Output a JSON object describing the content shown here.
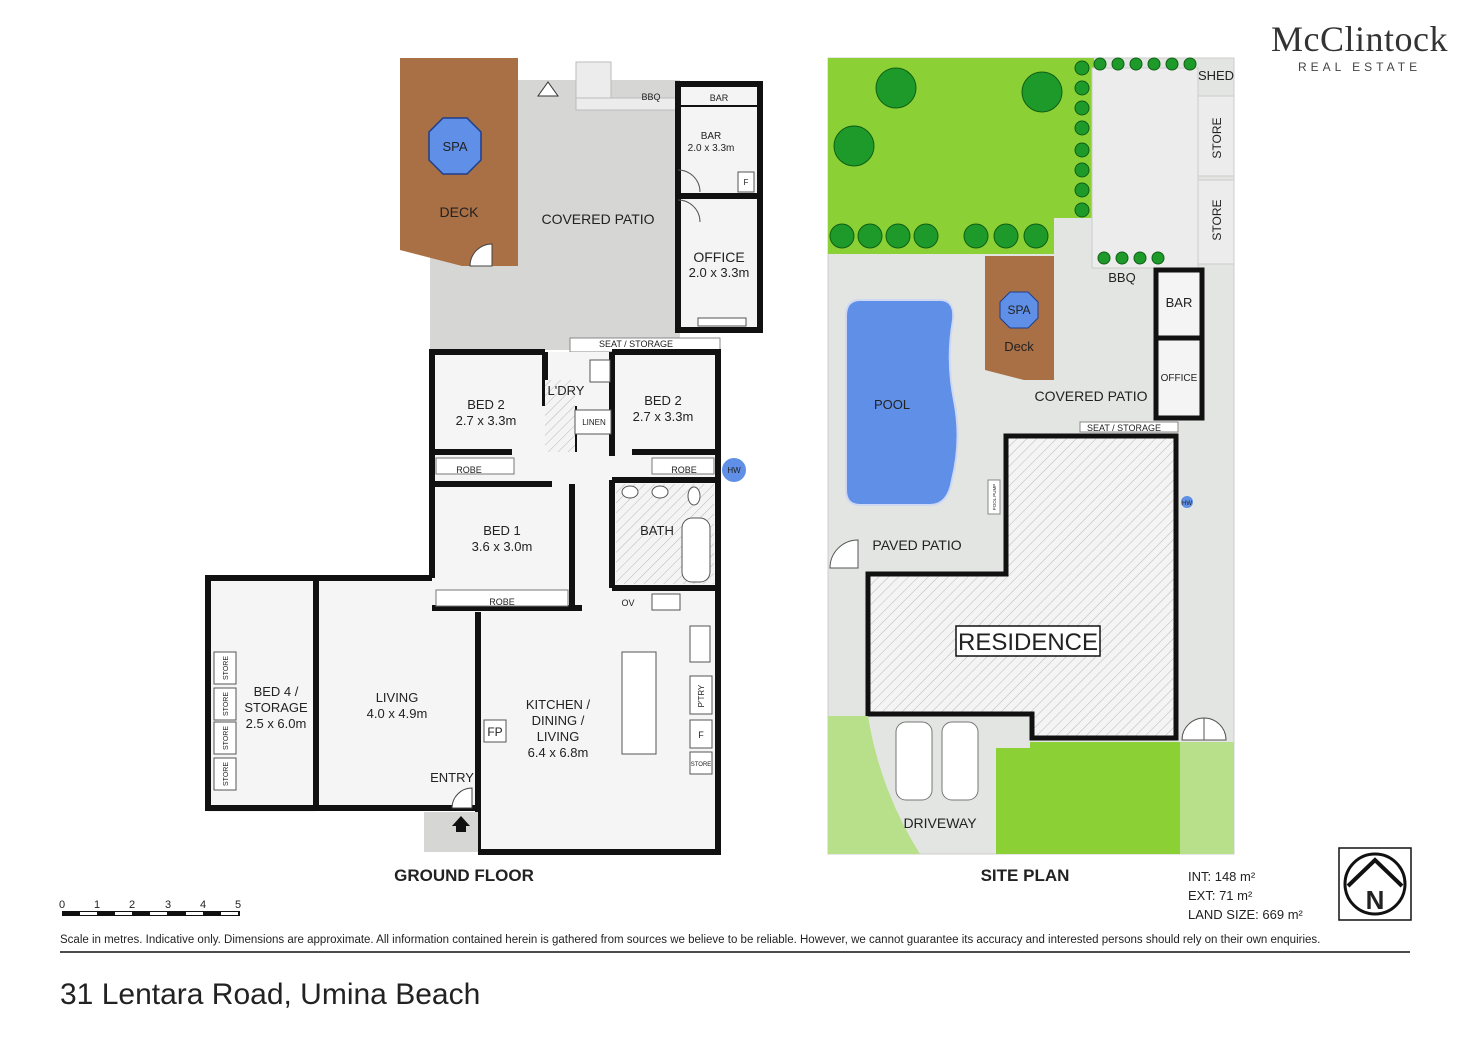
{
  "brand": {
    "name": "McClintock",
    "sub": "REAL ESTATE"
  },
  "address": "31 Lentara Road, Umina Beach",
  "disclaimer": "Scale in metres. Indicative only. Dimensions are approximate. All information contained herein is gathered from sources we believe to be reliable. However, we cannot guarantee its accuracy and interested persons should rely on their own enquiries.",
  "areas": {
    "int": "INT: 148 m²",
    "ext": "EXT: 71 m²",
    "land": "LAND SIZE: 669 m²"
  },
  "scale": {
    "ticks": [
      "0",
      "1",
      "2",
      "3",
      "4",
      "5"
    ]
  },
  "compass": {
    "label": "N"
  },
  "ground_floor": {
    "title": "GROUND FLOOR",
    "spa": "SPA",
    "deck": "DECK",
    "covered_patio": "COVERED PATIO",
    "bbq": "BBQ",
    "bar_top": "BAR",
    "bar_name": "BAR",
    "bar_dim": "2.0 x 3.3m",
    "fridge": "F",
    "office_name": "OFFICE",
    "office_dim": "2.0 x 3.3m",
    "seat_storage": "SEAT / STORAGE",
    "bed2a_name": "BED 2",
    "bed2a_dim": "2.7 x 3.3m",
    "robe": "ROBE",
    "laundry": "L'DRY",
    "linen": "LINEN",
    "bed2b_name": "BED 2",
    "bed2b_dim": "2.7 x 3.3m",
    "hw": "HW",
    "bed1_name": "BED 1",
    "bed1_dim": "3.6 x 3.0m",
    "bath": "BATH",
    "ov": "OV",
    "bed4_l1": "BED 4 /",
    "bed4_l2": "STORAGE",
    "bed4_dim": "2.5 x 6.0m",
    "store": "STORE",
    "living_name": "LIVING",
    "living_dim": "4.0 x 4.9m",
    "entry": "ENTRY",
    "fp": "FP",
    "kitchen_l1": "KITCHEN /",
    "kitchen_l2": "DINING /",
    "kitchen_l3": "LIVING",
    "kitchen_dim": "6.4 x 6.8m",
    "pantry": "P'TRY",
    "kitchen_fridge": "F",
    "kitchen_store": "STORE"
  },
  "site_plan": {
    "title": "SITE PLAN",
    "shed": "SHED",
    "store": "STORE",
    "bbq": "BBQ",
    "bar": "BAR",
    "office": "OFFICE",
    "spa": "SPA",
    "deck": "Deck",
    "pool": "POOL",
    "covered_patio": "COVERED PATIO",
    "seat_storage": "SEAT / STORAGE",
    "pool_pump": "POOL PUMP",
    "hw": "HW",
    "paved_patio": "PAVED PATIO",
    "residence": "RESIDENCE",
    "driveway": "DRIVEWAY"
  },
  "colors": {
    "wall": "#111111",
    "floor": "#d6d6d4",
    "deck": "#a96f45",
    "water": "#5f8fe6",
    "lawn": "#8bd136",
    "tree": "#1e9a2a",
    "paving": "#e3e5e2"
  }
}
